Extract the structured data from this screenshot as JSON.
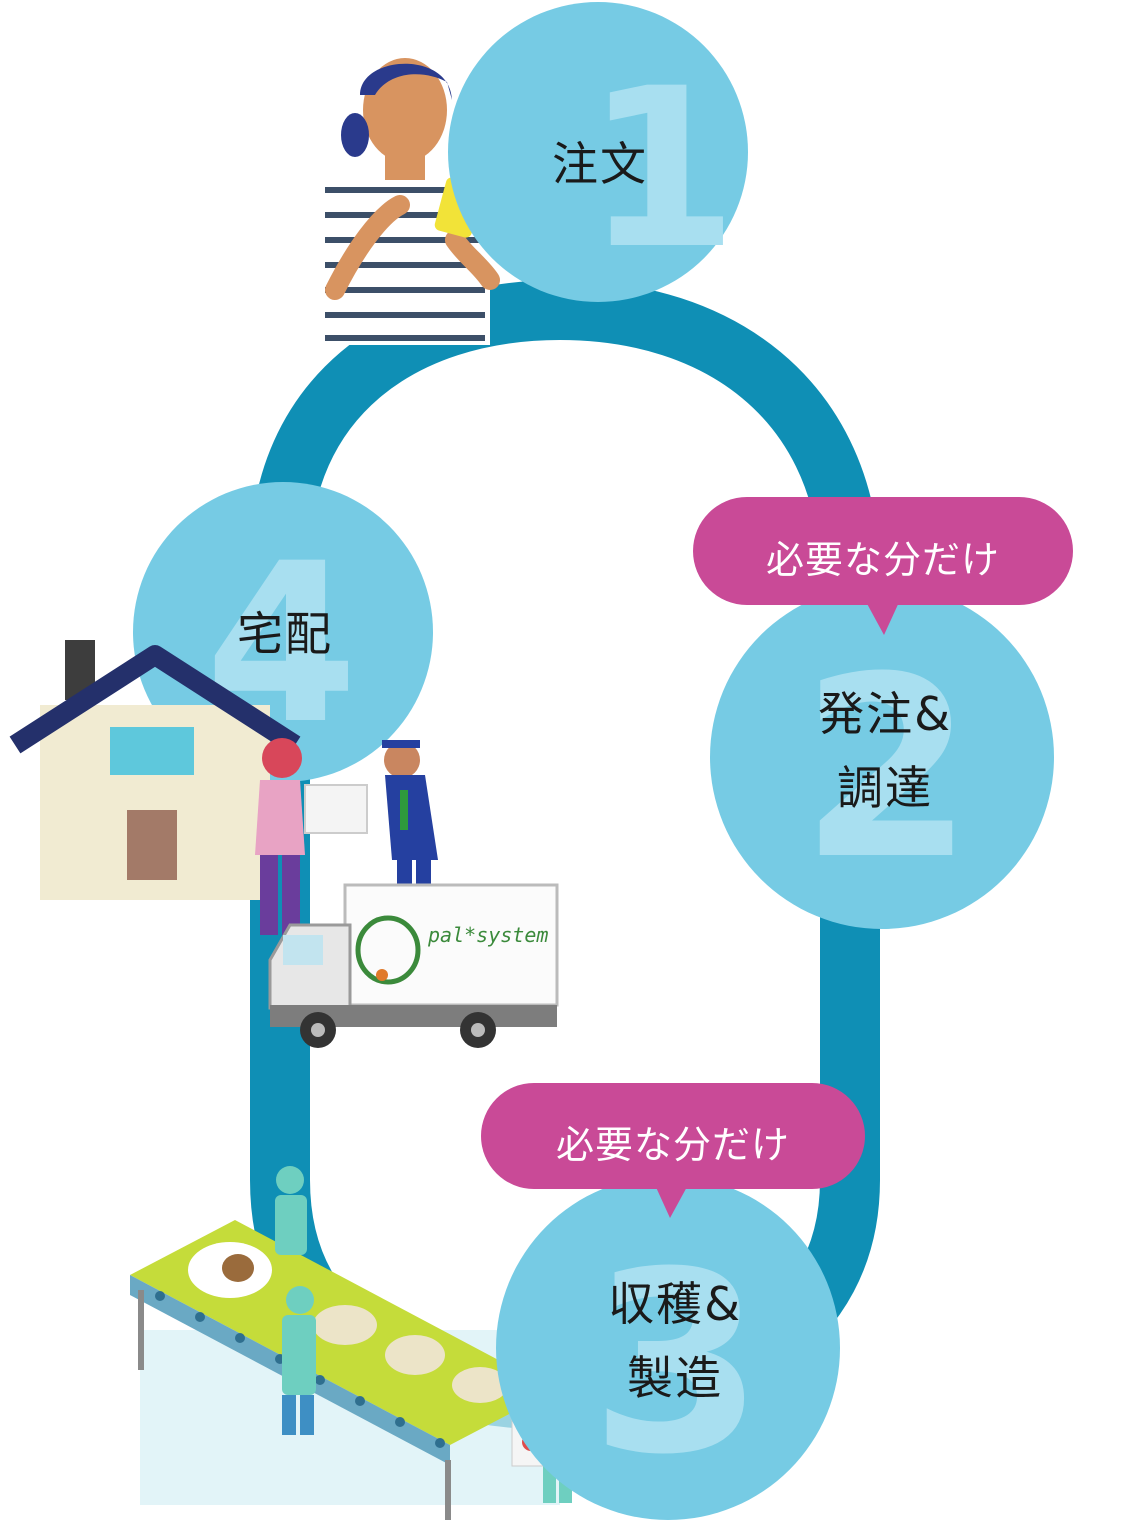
{
  "colors": {
    "loop": "#0f8fb5",
    "circle": "#76cbe4",
    "numeral": "#a8dff0",
    "bubble": "#c94a97"
  },
  "steps": [
    {
      "number": "1",
      "label": "注文"
    },
    {
      "number": "2",
      "label": "発注&\n調達",
      "note": "必要な分だけ"
    },
    {
      "number": "3",
      "label": "収穫&\n製造",
      "note": "必要な分だけ"
    },
    {
      "number": "4",
      "label": "宅配"
    }
  ],
  "illustrations": {
    "woman": "woman-with-phone",
    "house": "house",
    "delivery": "delivery-handoff",
    "truck": "delivery-truck",
    "truck_logo": "pal*system",
    "factory": "factory-conveyor"
  }
}
